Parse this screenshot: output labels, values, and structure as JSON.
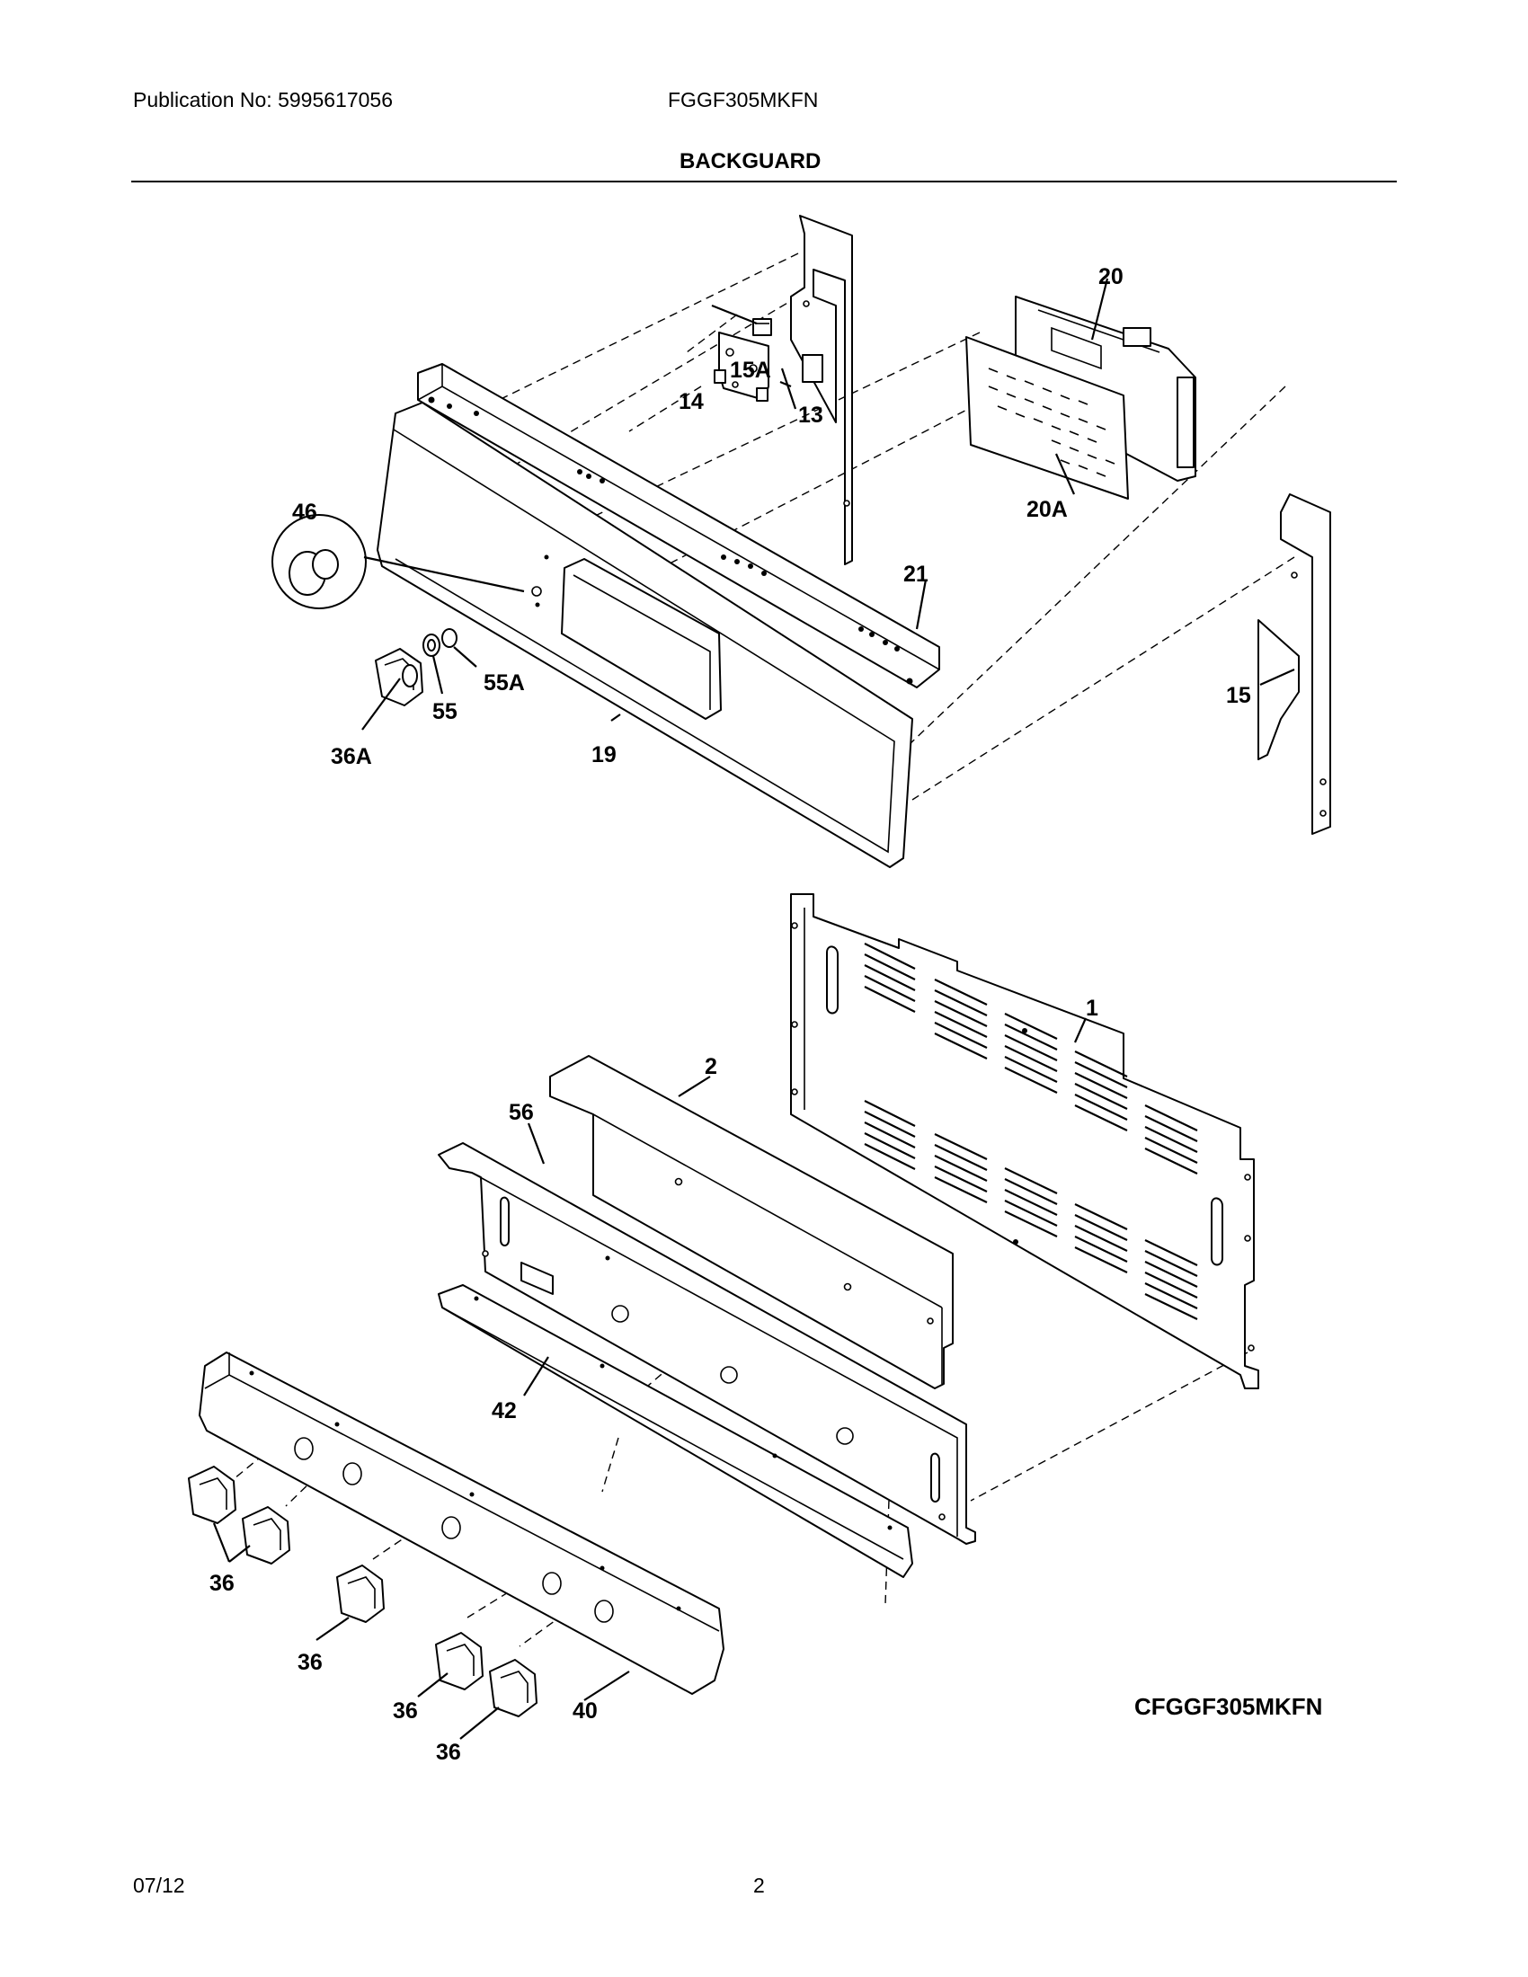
{
  "header": {
    "publication": "Publication No: 5995617056",
    "model": "FGGF305MKFN",
    "section": "BACKGUARD"
  },
  "footer": {
    "date": "07/12",
    "page": "2"
  },
  "diagram_code": "CFGGF305MKFN",
  "labels": {
    "p1": "1",
    "p2": "2",
    "p13": "13",
    "p14": "14",
    "p15": "15",
    "p15a": "15A",
    "p19": "19",
    "p20": "20",
    "p20a": "20A",
    "p21": "21",
    "p36a": "36A",
    "p36": "36",
    "p40": "40",
    "p42": "42",
    "p46": "46",
    "p55": "55",
    "p55a": "55A",
    "p56": "56"
  }
}
